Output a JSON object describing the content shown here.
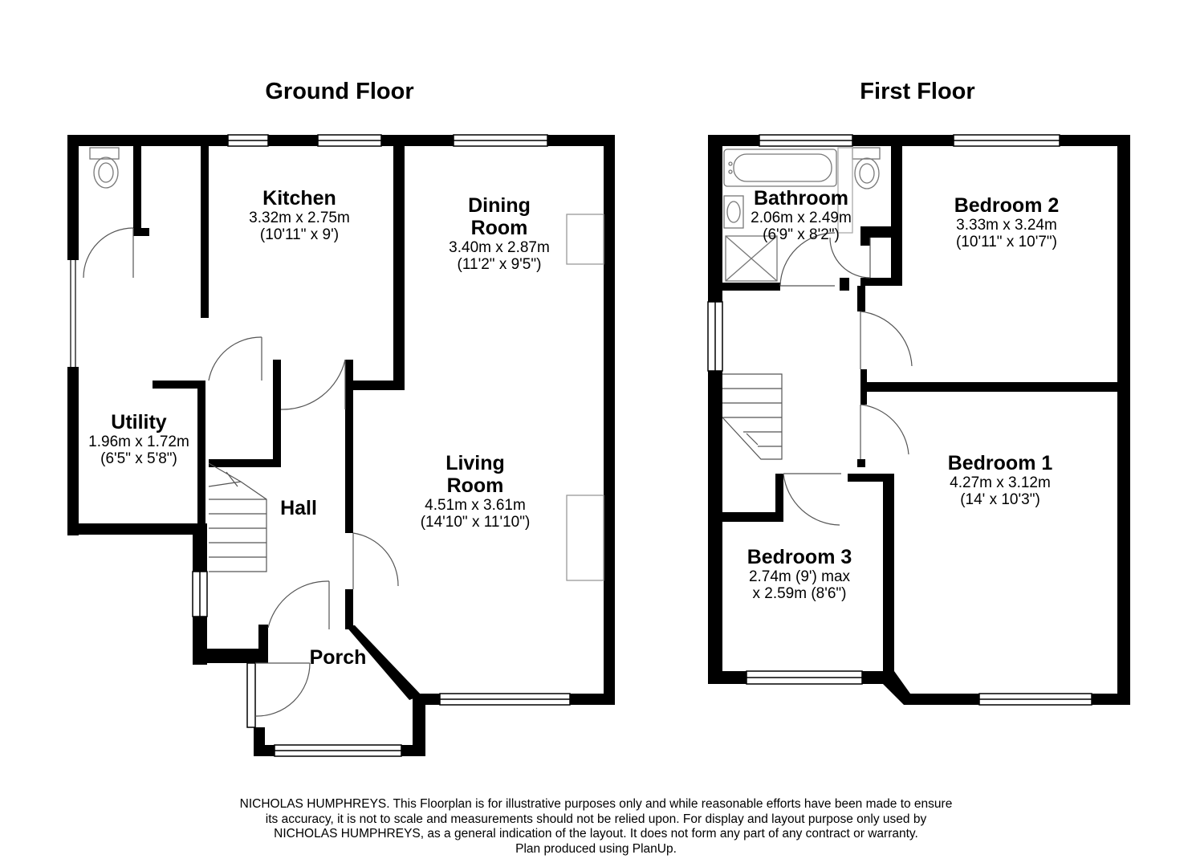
{
  "floors": [
    {
      "title": "Ground Floor",
      "rooms": [
        {
          "name": "Kitchen",
          "dims": [
            "3.32m x 2.75m",
            "(10'11\" x 9')"
          ]
        },
        {
          "name": "Dining Room",
          "name_lines": [
            "Dining",
            "Room"
          ],
          "dims": [
            "3.40m x 2.87m",
            "(11'2\" x 9'5\")"
          ]
        },
        {
          "name": "Utility",
          "dims": [
            "1.96m x 1.72m",
            "(6'5\" x 5'8\")"
          ]
        },
        {
          "name": "Living Room",
          "name_lines": [
            "Living",
            "Room"
          ],
          "dims": [
            "4.51m x 3.61m",
            "(14'10\" x 11'10\")"
          ]
        },
        {
          "name": "Hall",
          "dims": []
        },
        {
          "name": "Porch",
          "dims": []
        }
      ]
    },
    {
      "title": "First Floor",
      "rooms": [
        {
          "name": "Bathroom",
          "dims": [
            "2.06m x 2.49m",
            "(6'9\" x 8'2\")"
          ]
        },
        {
          "name": "Bedroom 2",
          "dims": [
            "3.33m x 3.24m",
            "(10'11\" x 10'7\")"
          ]
        },
        {
          "name": "Bedroom 1",
          "dims": [
            "4.27m x 3.12m",
            "(14' x 10'3\")"
          ]
        },
        {
          "name": "Bedroom 3",
          "dims": [
            "2.74m (9') max",
            "x 2.59m (8'6\")"
          ]
        }
      ]
    }
  ],
  "disclaimer": [
    "NICHOLAS HUMPHREYS. This Floorplan is for illustrative purposes only and while reasonable efforts have been made to ensure",
    "its accuracy, it is not to scale and measurements should not be relied upon. For display and layout purpose only used by",
    "NICHOLAS HUMPHREYS, as a general indication of the layout. It does not form any part of any contract or warranty.",
    "Plan produced using PlanUp."
  ],
  "colors": {
    "wall": "#000000",
    "fixture_stroke": "#888888",
    "background": "#ffffff"
  }
}
